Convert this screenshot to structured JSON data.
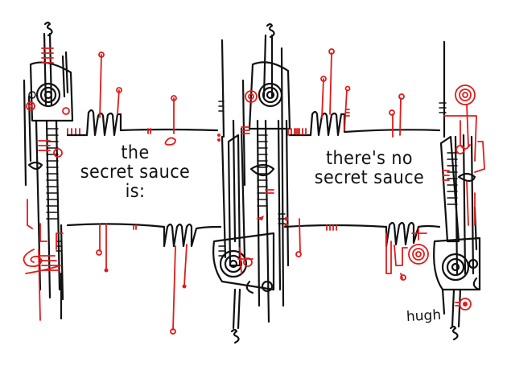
{
  "cartoon": {
    "panels": [
      {
        "id": "left",
        "lines": [
          "the",
          "secret sauce",
          "is:"
        ]
      },
      {
        "id": "right",
        "lines": [
          "there's no",
          "secret sauce"
        ]
      }
    ],
    "signature": "hugh",
    "colors": {
      "ink": "#111111",
      "accent": "#e01b1b",
      "background": "#ffffff"
    }
  }
}
